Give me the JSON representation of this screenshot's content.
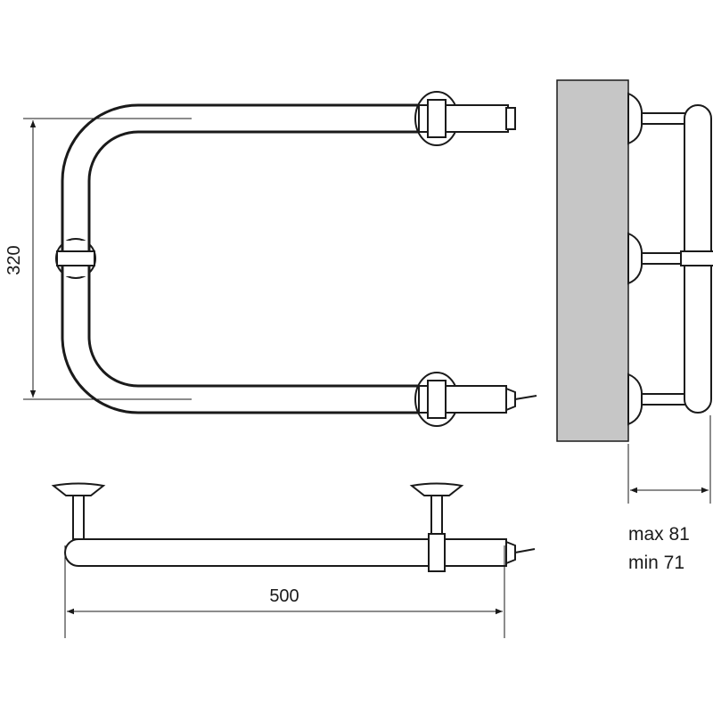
{
  "dimensions": {
    "height_label": "320",
    "width_label": "500"
  },
  "depth_notes": {
    "max_label": "max 81",
    "min_label": "min 71"
  },
  "colors": {
    "line": "#1a1a1a",
    "wall": "#c6c6c6",
    "background": "#ffffff"
  }
}
